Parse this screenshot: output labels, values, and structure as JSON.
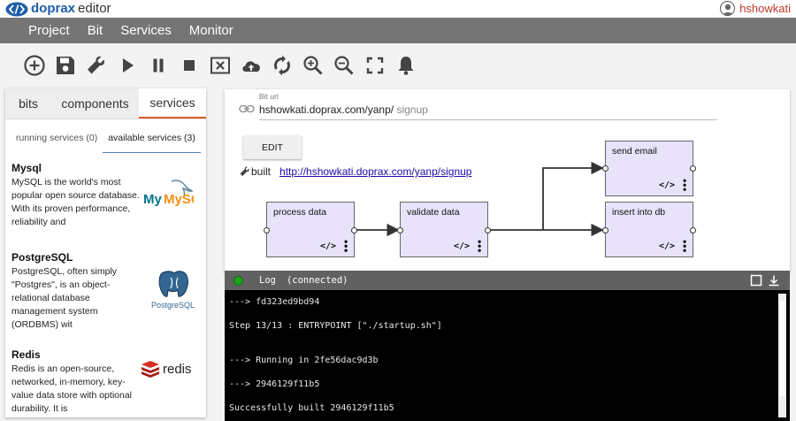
{
  "app": {
    "brand": "doprax",
    "suffix": "editor",
    "user": "hshowkati"
  },
  "menu": [
    "Project",
    "Bit",
    "Services",
    "Monitor"
  ],
  "toolbar": [
    {
      "icon": "add-circle-icon"
    },
    {
      "icon": "save-icon"
    },
    {
      "icon": "wrench-icon"
    },
    {
      "icon": "play-icon"
    },
    {
      "icon": "pause-icon"
    },
    {
      "icon": "stop-icon"
    },
    {
      "icon": "close-box-icon"
    },
    {
      "icon": "cloud-upload-icon"
    },
    {
      "icon": "sync-icon"
    },
    {
      "icon": "zoom-in-icon"
    },
    {
      "icon": "zoom-out-icon"
    },
    {
      "icon": "fullscreen-icon"
    },
    {
      "icon": "bell-icon"
    }
  ],
  "left_panel": {
    "tabs": [
      "bits",
      "components",
      "services"
    ],
    "active_tab": "services",
    "subtabs": [
      "running services (0)",
      "available services (3)"
    ],
    "active_subtab": "available services (3)",
    "services": [
      {
        "name": "Mysql",
        "description": "MySQL is the world's most popular open source database. With its proven performance, reliability and",
        "logo": "MySQL"
      },
      {
        "name": "PostgreSQL",
        "description": "PostgreSQL, often simply \"Postgres\", is an object-relational database management system (ORDBMS) wit",
        "logo": "PostgreSQL"
      },
      {
        "name": "Redis",
        "description": "Redis is an open-source, networked, in-memory, key-value data store with optional durability. It is",
        "logo": "redis"
      }
    ]
  },
  "main": {
    "bit_url_label": "Bit url",
    "bit_url_host": "hshowkati.doprax.com/yanp/",
    "bit_url_path": "signup",
    "edit_label": "EDIT",
    "built_label": "built",
    "built_link": "http://hshowkati.doprax.com/yanp/signup",
    "nodes": [
      {
        "title": "process data"
      },
      {
        "title": "validate data"
      },
      {
        "title": "send email"
      },
      {
        "title": "insert into db"
      }
    ],
    "code_glyph": "</>"
  },
  "log": {
    "title": "Log",
    "status": "(connected)",
    "lines": [
      "---> fd323ed9bd94",
      "Step 13/13 : ENTRYPOINT [\"./startup.sh\"]",
      "---> Running in 2fe56dac9d3b",
      "---> 2946129f11b5",
      "Successfully built 2946129f11b5"
    ]
  },
  "colors": {
    "menubar": "#757575",
    "accent_tab": "#e25b2d",
    "node_fill": "#e8e3fb",
    "log_connected": "#1aa31a"
  }
}
